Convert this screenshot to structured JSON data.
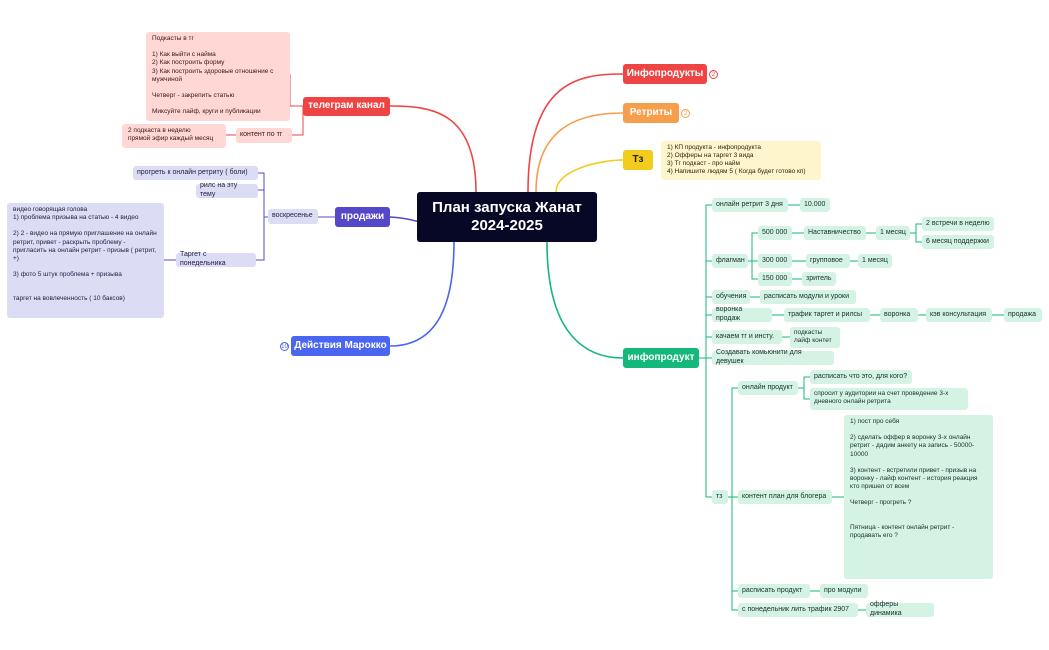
{
  "colors": {
    "root": "#070726",
    "red": "#ef4444",
    "orange": "#f59e4b",
    "yellow": "#f2cc1c",
    "green": "#14b87a",
    "indigo": "#5548c8",
    "blue": "#4a66f0"
  },
  "root": {
    "title": "План запуска Жанат\n2024-2025"
  },
  "telegram": {
    "label": "телеграм канал",
    "podcasts_note": "Подкасты в тг\n\n1) Как выйти с найма\n2) Как построить форму\n3) Как построить здоровые отношение с мужчиной\n\nЧетверг - закрепить статью\n\nМиксуйте лайф, круги и публикации",
    "content_label": "контент по тг",
    "content_note": "2 подкаста в неделю\nпрямой эфир каждый месяц"
  },
  "sales": {
    "label": "продажи",
    "sunday": "воскресенье",
    "warmup": "прогреть к онлайн ретриту ( боли)",
    "reels": "рилс на эту тему",
    "target_monday": "Таргет с понедельника",
    "target_note": "видео говорящая голова\n1) проблема призыва на статью - 4 видео\n\n2) 2 - видео на прямую приглашение на онлайн ретрит, привет - раскрыть проблему - пригласить на онлайн ретрит - призыв ( ретрит, +)\n\n3) фото 5 штук проблема + призыва\n\n\nтаргет на вовлеченность ( 10 баксов)"
  },
  "marokko": {
    "label": "Действия Марокко",
    "badge": "10"
  },
  "infoproducts": {
    "label": "Инфопродукты",
    "badge": "2"
  },
  "retreats": {
    "label": "Ретриты",
    "badge": "2"
  },
  "tz": {
    "label": "Тз",
    "note": "1) КП продукта - инфопродукта\n2) Офферы на таргет 3 вида\n3) Тг подкаст - про найм\n4) Напишите людям 5 ( Когда будет готово кп)"
  },
  "infoproduct": {
    "label": "инфопродукт",
    "online_retreat": "онлайн ретрит 3 дня",
    "online_retreat_price": "10.000",
    "flagship": "флагман",
    "price_500": "500 000",
    "mentoring": "Наставничество",
    "month": "1 месяц",
    "meetings": "2 встречи в неделю",
    "support": "6 месяц поддержки",
    "price_300": "300 000",
    "group": "групповое",
    "group_month": "1 месяц",
    "price_150": "150 000",
    "viewer": "зритель",
    "training": "обучения",
    "modules": "расписать модули и уроки",
    "sales_funnel": "воронка продаж",
    "traffic": "трафик таргет и рилсы",
    "funnel": "воронка",
    "consult": "кэв консультация",
    "sale": "продажа",
    "pump": "качаем тг и инсту.",
    "pump_note": "подкасты\nлайф контет",
    "community": "Создавать комьюнити для девушек",
    "tz": "тз",
    "online_product": "онлайн продукт",
    "what_for": "расписать что это, для кого?",
    "ask_audience": "спросит у аудитории на счет проведение 3-х дневного онлайн ретрита",
    "blogger_plan": "контент план для блогера",
    "blogger_note": "1) пост про себя\n\n2) сделать оффер в воронку 3-х онлайн ретрит - дадим анкету на запись - 50000-10000\n\n3) контент - встретили привет - призыв на воронку - лайф контент - история реакция кто пришел от всем\n\nЧетверг - прогреть ?\n\n\nПятница - контент онлайн ретрит - продавать его ?",
    "describe_product": "расписать продукт",
    "about_modules": "про модули",
    "monday_traffic": "с понедельник лить трафик 2907",
    "offers": "офферы динамика"
  }
}
